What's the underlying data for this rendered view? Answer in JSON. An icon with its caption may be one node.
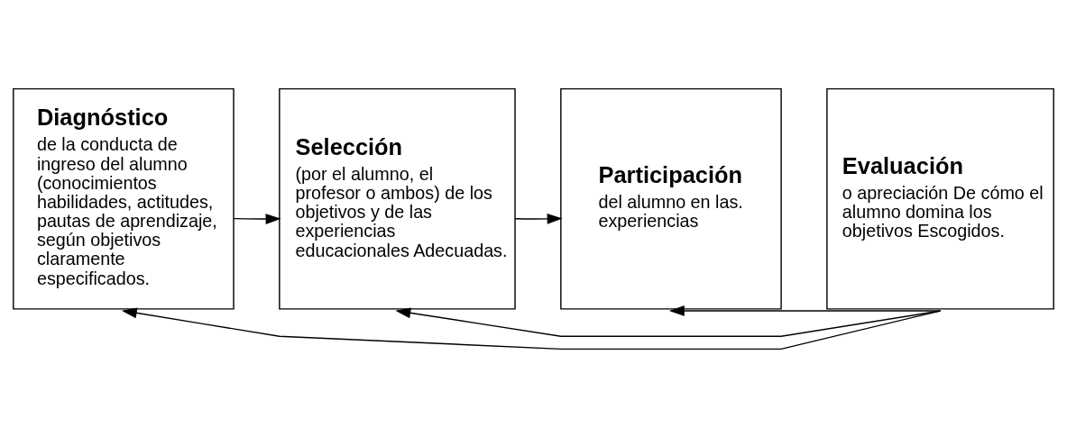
{
  "diagram": {
    "nodes": [
      {
        "text": [
          "Diagnóstico",
          "de la conducta de ingreso del alumno (conocimientos habilidades, actitudes, pautas de aprendizaje, según objetivos claramente especificados."
        ]
      },
      {
        "text": [
          "Selección",
          "(por el alumno, el profesor o ambos) de los objetivos y de las experiencias educacionales Adecuadas."
        ]
      },
      {
        "text": [
          "Participación",
          "del alumno en las. experiencias"
        ]
      },
      {
        "text": [
          "Evaluación",
          "o apreciación De cómo el alumno domina los objetivos Escogidos."
        ]
      }
    ],
    "edges": [
      {
        "from": 0,
        "to": 1,
        "arrow": "to"
      },
      {
        "from": 1,
        "to": 2,
        "arrow": "to"
      },
      {
        "from": 3,
        "to": 0,
        "arrow": "to"
      },
      {
        "from": 3,
        "to": 1,
        "arrow": "to"
      },
      {
        "from": 3,
        "to": 2,
        "arrow": "to"
      }
    ]
  }
}
